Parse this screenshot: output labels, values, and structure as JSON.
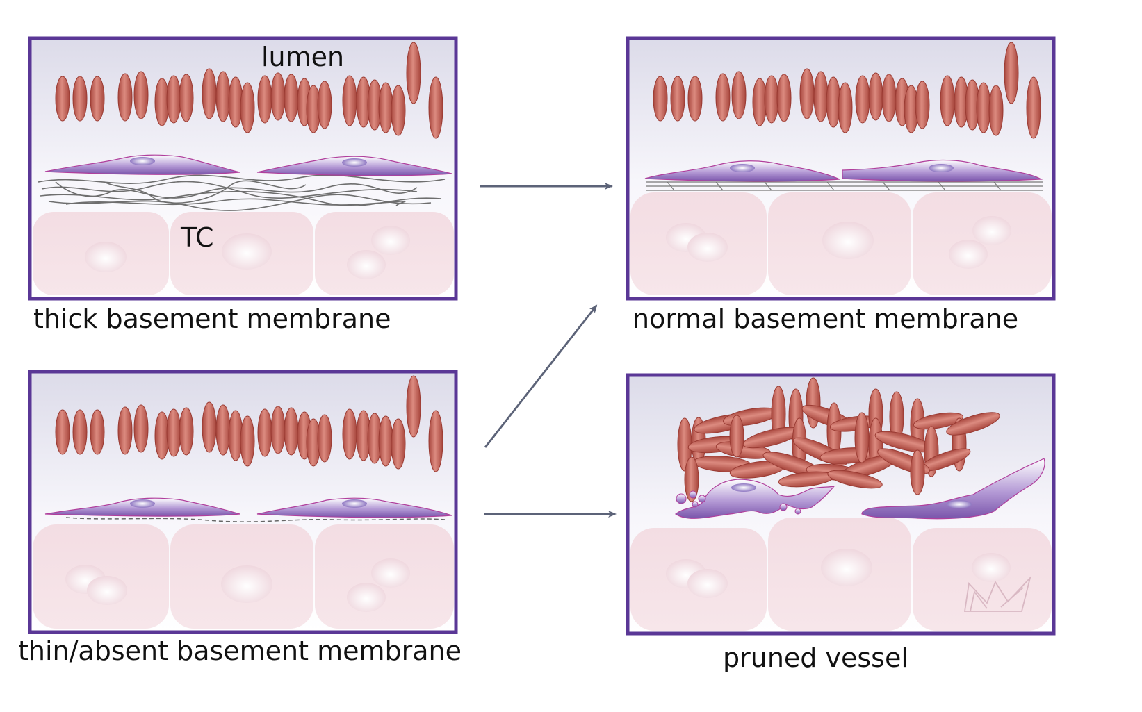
{
  "labels": {
    "lumen": "lumen",
    "tc": "TC"
  },
  "captions": {
    "thick": "thick basement membrane",
    "normal": "normal basement membrane",
    "thin": "thin/absent basement membrane",
    "pruned": "pruned vessel"
  },
  "colors": {
    "frame": "#5a3796",
    "arrow": "#5c6378",
    "rbc": "#c9685e",
    "rbc_dark": "#a8463d",
    "endothelial": "#8a62b7",
    "tissue_cell": "#f4dfe4",
    "membrane": "#777777"
  }
}
